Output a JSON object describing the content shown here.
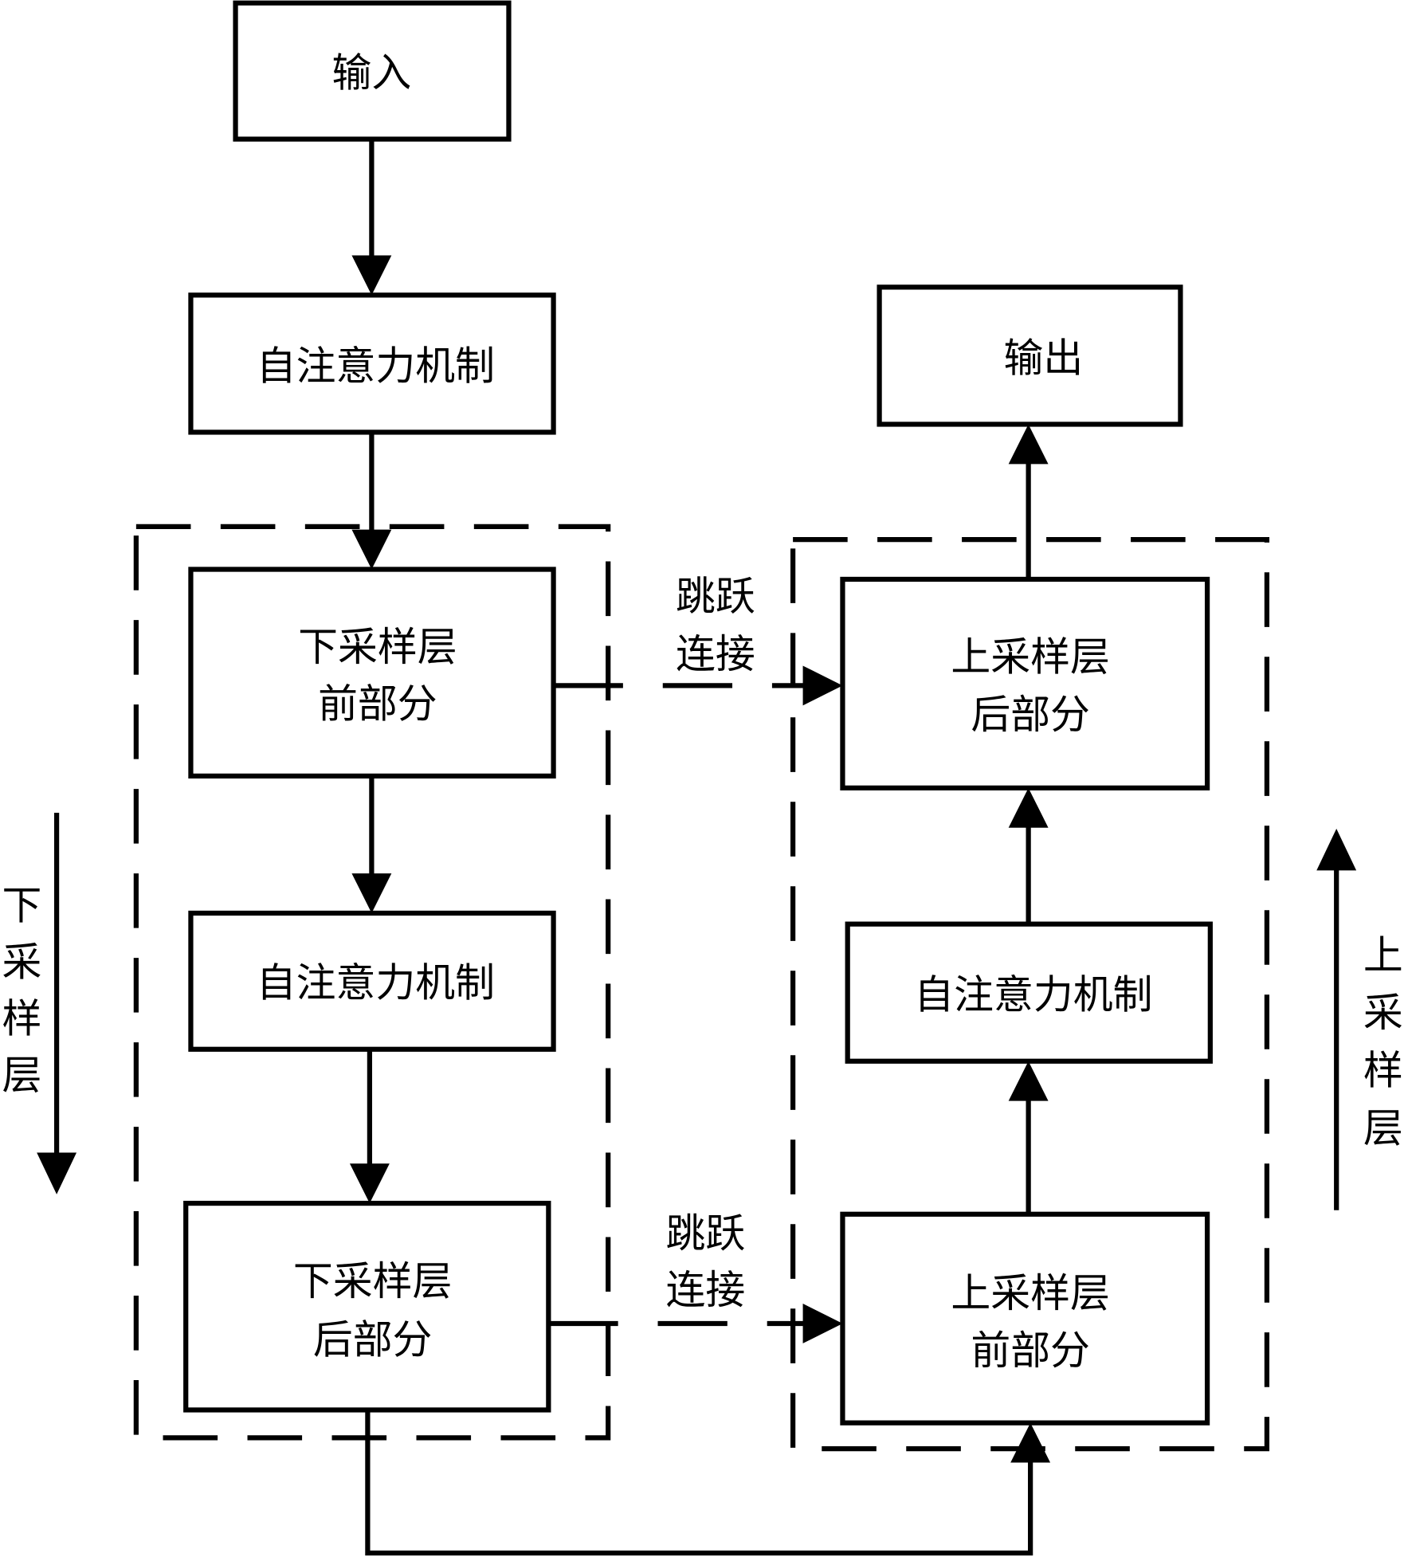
{
  "nodes": {
    "input": "输入",
    "attn1": "自注意力机制",
    "down_front": [
      "下采样层",
      "前部分"
    ],
    "attn2": "自注意力机制",
    "down_back": [
      "下采样层",
      "后部分"
    ],
    "output": "输出",
    "up_back": [
      "上采样层",
      "后部分"
    ],
    "attn3": "自注意力机制",
    "up_front": [
      "上采样层",
      "前部分"
    ]
  },
  "edges": {
    "skip1": [
      "跳跃",
      "连接"
    ],
    "skip2": [
      "跳跃",
      "连接"
    ]
  },
  "side_labels": {
    "down": [
      "下",
      "采",
      "样",
      "层"
    ],
    "up": [
      "上",
      "采",
      "样",
      "层"
    ]
  }
}
